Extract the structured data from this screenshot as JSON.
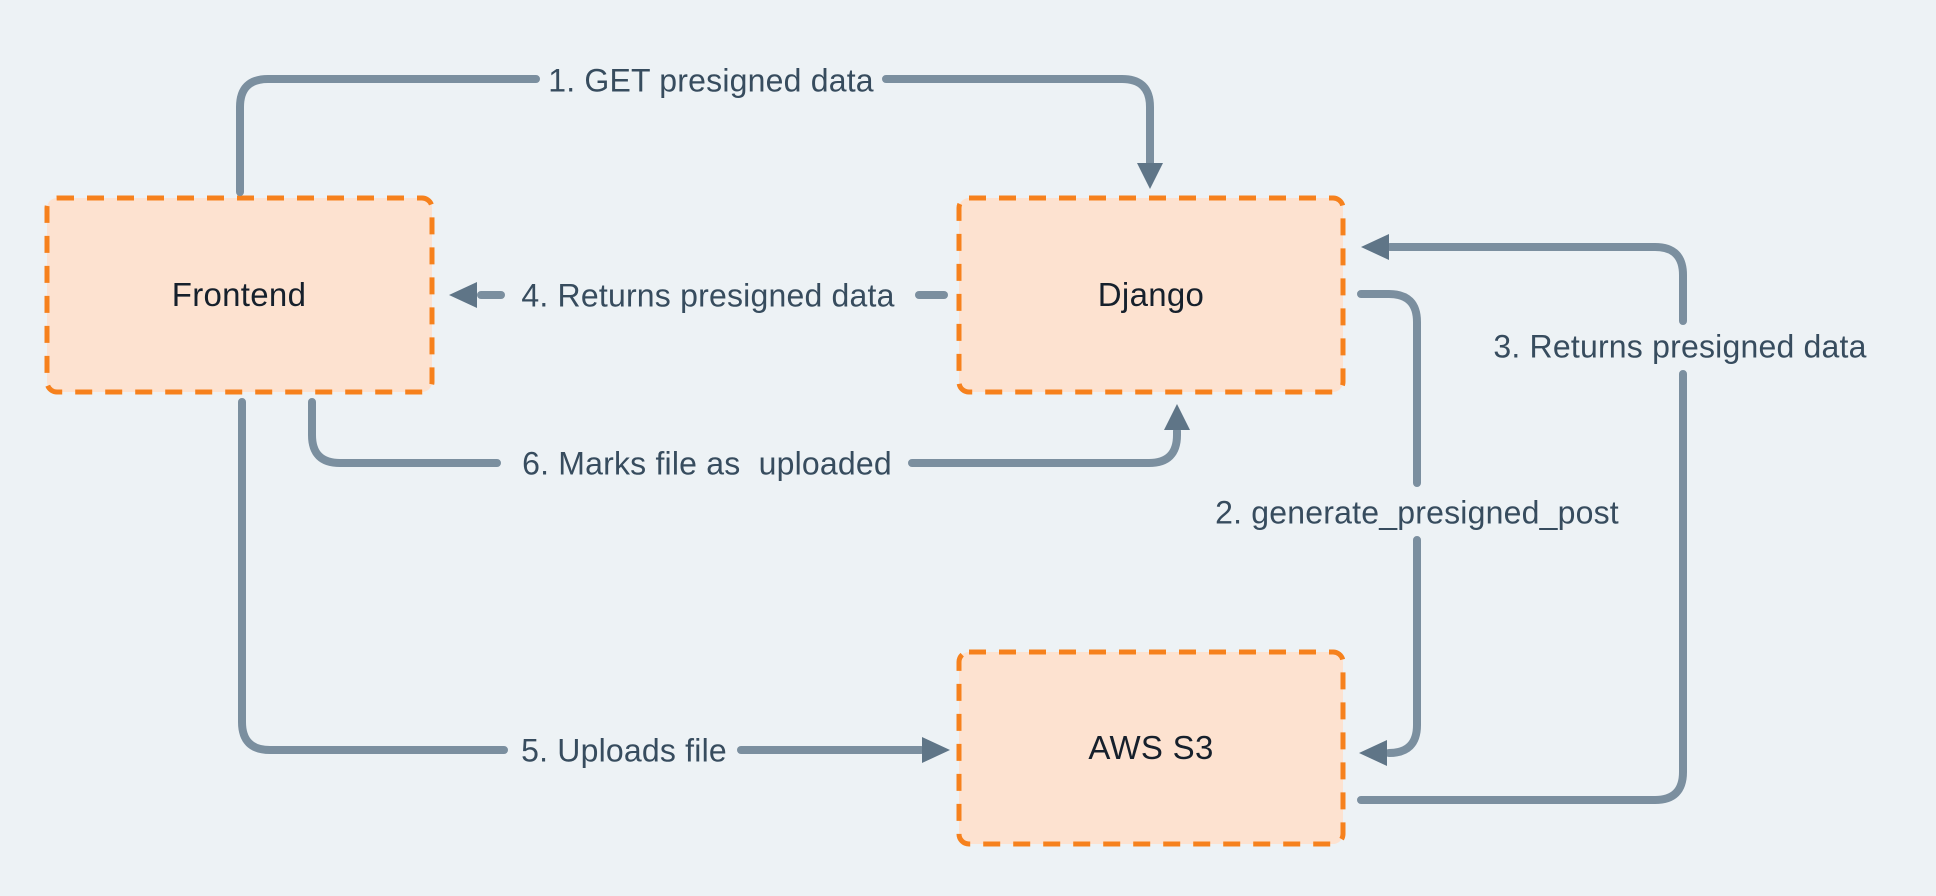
{
  "diagram": {
    "nodes": [
      {
        "id": "frontend",
        "label": "Frontend"
      },
      {
        "id": "django",
        "label": "Django"
      },
      {
        "id": "aws_s3",
        "label": "AWS S3"
      }
    ],
    "edges": [
      {
        "step": 1,
        "from": "frontend",
        "to": "django",
        "label": "1. GET presigned data"
      },
      {
        "step": 2,
        "from": "django",
        "to": "aws_s3",
        "label": "2. generate_presigned_post"
      },
      {
        "step": 3,
        "from": "aws_s3",
        "to": "django",
        "label": "3. Returns presigned data"
      },
      {
        "step": 4,
        "from": "django",
        "to": "frontend",
        "label": "4. Returns presigned data"
      },
      {
        "step": 5,
        "from": "frontend",
        "to": "aws_s3",
        "label": "5. Uploads file"
      },
      {
        "step": 6,
        "from": "frontend",
        "to": "django",
        "label": "6. Marks file as  uploaded"
      }
    ],
    "colors": {
      "background": "#edf2f5",
      "node_fill": "#fde2d0",
      "node_border": "#f6811d",
      "node_text": "#16202c",
      "edge_line": "#7b8f9f",
      "edge_text": "#374c5e",
      "edge_arrowhead": "#5f7587"
    }
  }
}
